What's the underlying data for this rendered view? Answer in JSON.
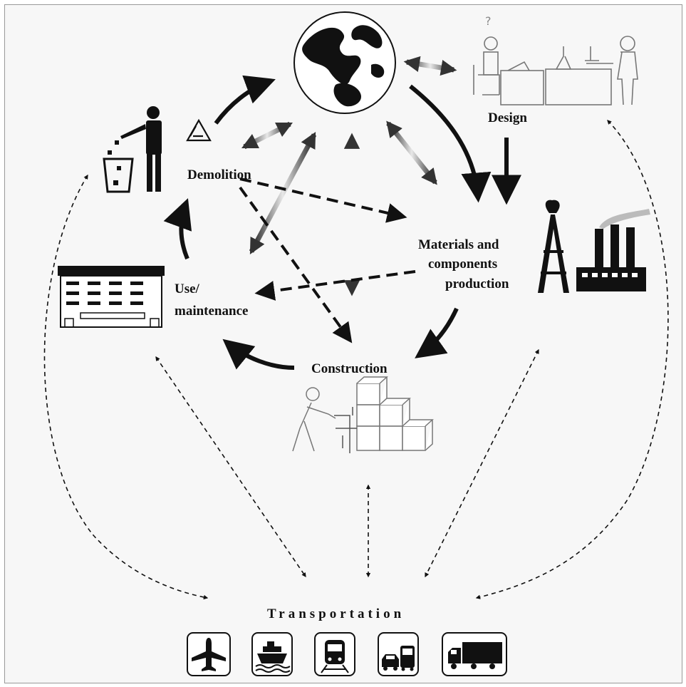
{
  "labels": {
    "design": "Design",
    "demolition": "Demolition",
    "materials_line1": "Materials and",
    "materials_line2": "components",
    "materials_line3": "production",
    "use_line1": "Use/",
    "use_line2": "maintenance",
    "construction": "Construction",
    "transportation": "Transportation"
  },
  "icons": {
    "earth": "globe-icon",
    "design": "designers-icon",
    "factory": "factory-icon",
    "demolition": "trash-person-icon",
    "recycle": "recycle-icon",
    "building": "building-icon",
    "construction": "worker-blocks-icon",
    "transport": [
      "airplane-icon",
      "ship-icon",
      "train-icon",
      "car-bus-icon",
      "truck-icon"
    ]
  },
  "colors": {
    "ink": "#111111",
    "background": "#f7f7f7",
    "faded_ink": "#9a9a9a"
  }
}
